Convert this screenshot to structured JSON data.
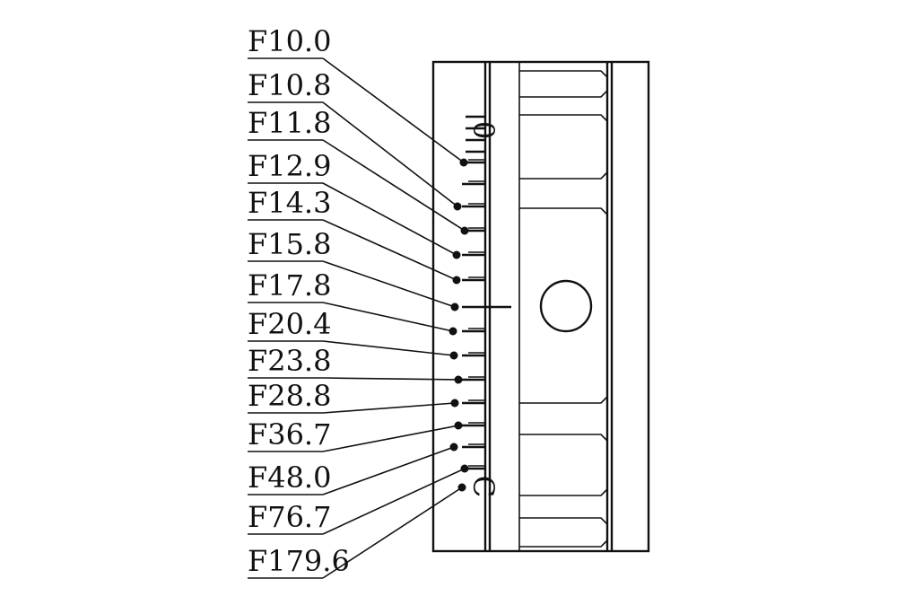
{
  "diagram": {
    "labels": [
      "F10.0",
      "F10.8",
      "F11.8",
      "F12.9",
      "F14.3",
      "F15.8",
      "F17.8",
      "F20.4",
      "F23.8",
      "F28.8",
      "F36.7",
      "F48.0",
      "F76.7",
      "F179.6"
    ],
    "scale_top_mark": "0",
    "scale_bottom_mark": "C"
  }
}
